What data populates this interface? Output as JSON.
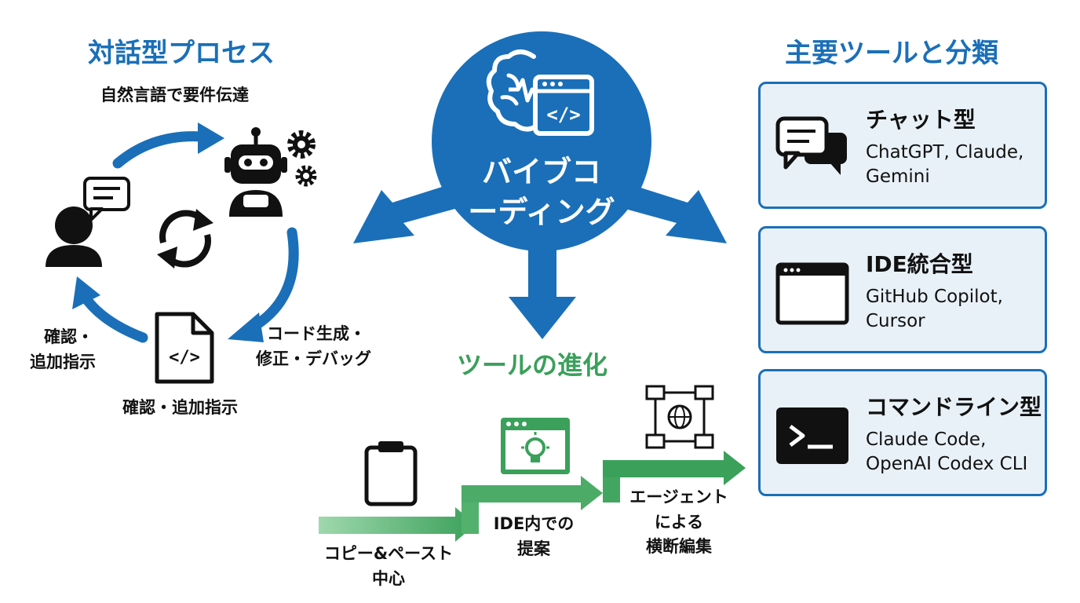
{
  "left": {
    "title": "対話型プロセス",
    "top_label": "自然言語で要件伝達",
    "right_label_1": "コード生成・",
    "right_label_2": "修正・デバッグ",
    "left_label_1": "確認・",
    "left_label_2": "追加指示",
    "bottom_label": "確認・追加指示"
  },
  "center": {
    "line1": "バイブコ",
    "line2": "ーディング"
  },
  "evolution": {
    "title": "ツールの進化",
    "steps": [
      {
        "line1": "コピー&ペースト",
        "line2": "中心",
        "icon": "clipboard-icon"
      },
      {
        "line1": "IDE内での",
        "line2": "提案",
        "icon": "lightbulb-window-icon"
      },
      {
        "line1": "エージェント",
        "line2": "による",
        "line3": "横断編集",
        "icon": "network-globe-icon"
      }
    ]
  },
  "tools": {
    "title": "主要ツールと分類",
    "cards": [
      {
        "title": "チャット型",
        "line1": "ChatGPT, Claude,",
        "line2": "Gemini",
        "icon": "chat-bubbles-icon"
      },
      {
        "title": "IDE統合型",
        "line1": "GitHub Copilot,",
        "line2": "Cursor",
        "icon": "window-icon"
      },
      {
        "title": "コマンドライン型",
        "line1": "Claude Code,",
        "line2": "OpenAI Codex CLI",
        "icon": "terminal-icon"
      }
    ]
  },
  "colors": {
    "blue": "#1a6fb8",
    "green": "#3aa05a",
    "card_bg": "#e9f1f8"
  }
}
